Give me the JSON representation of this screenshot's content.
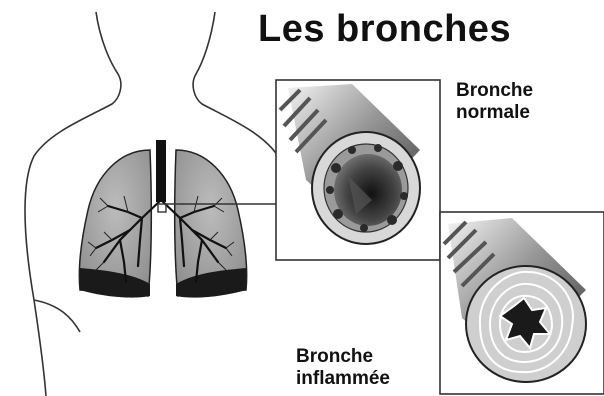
{
  "title": "Les bronches",
  "panels": {
    "normal": {
      "line1": "Bronche",
      "line2": "normale"
    },
    "inflamed": {
      "line1": "Bronche",
      "line2": "inflammée"
    }
  },
  "colors": {
    "background": "#ffffff",
    "outline": "#222222",
    "lung_fill": "#a8a8a8",
    "lung_base": "#1a1a1a",
    "trachea": "#111111",
    "tissue": "#bdbdbd"
  }
}
